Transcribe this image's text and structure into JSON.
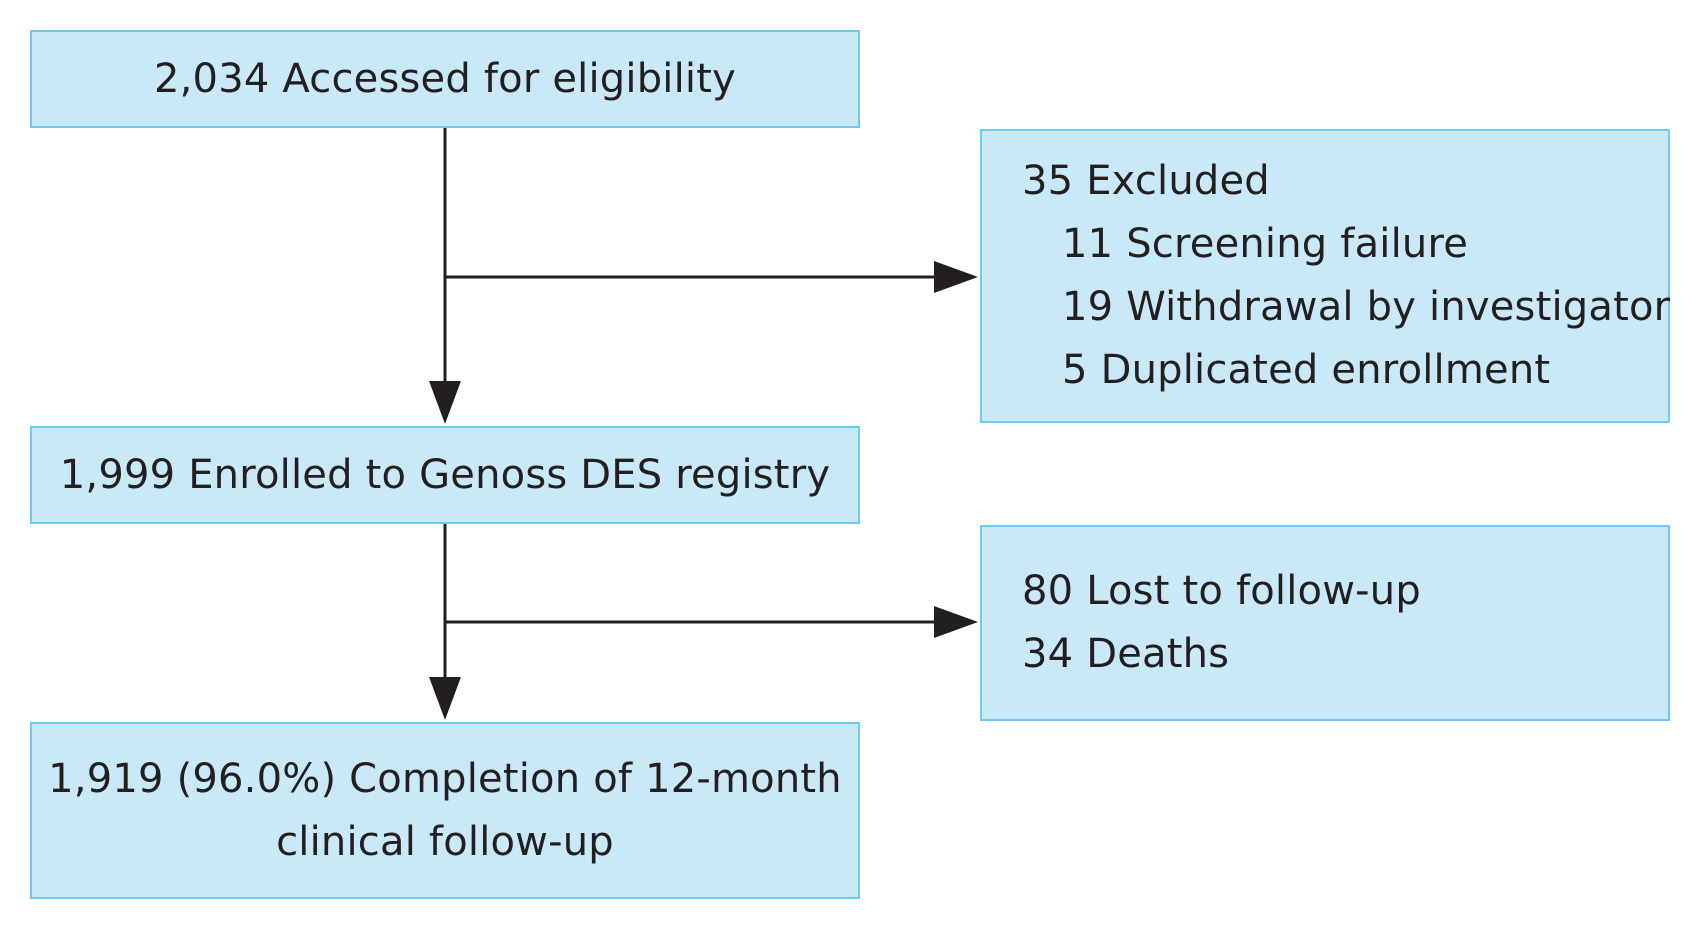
{
  "colors": {
    "box_fill": "#c9e9f9",
    "box_border": "#6ccbee",
    "line": "#231f20",
    "text": "#231f20"
  },
  "boxes": {
    "assessed": {
      "text": "2,034 Accessed for eligibility"
    },
    "excluded": {
      "title": "35 Excluded",
      "items": [
        "11 Screening failure",
        "19 Withdrawal by investigator",
        "5 Duplicated enrollment"
      ]
    },
    "enrolled": {
      "text": "1,999 Enrolled to Genoss DES registry"
    },
    "lost": {
      "items": [
        "80 Lost to follow-up",
        "34 Deaths"
      ]
    },
    "completion": {
      "line1": "1,919 (96.0%) Completion of 12-month",
      "line2": "clinical follow-up"
    }
  }
}
